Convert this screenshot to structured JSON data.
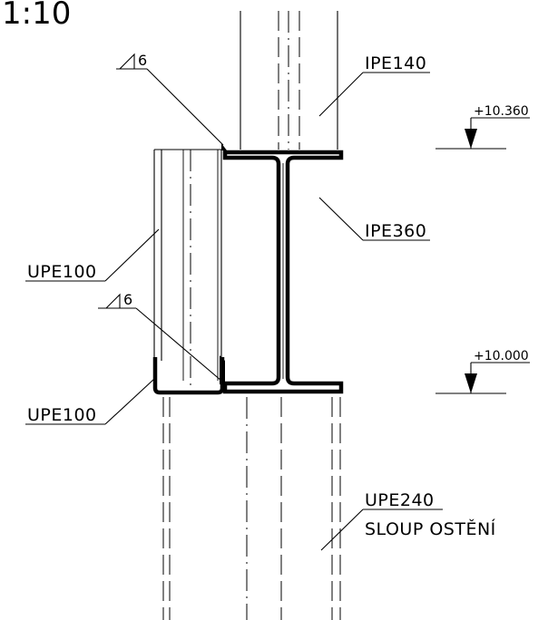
{
  "scale": "1:10",
  "labels": {
    "beam_top": "IPE140",
    "beam_main": "IPE360",
    "channel_upper": "UPE100",
    "channel_lower": "UPE100",
    "column_section": "UPE240",
    "column_desc": "SLOUP OSTĚNÍ"
  },
  "welds": {
    "upper": "6",
    "lower": "6"
  },
  "levels": {
    "top": "+10.360",
    "bottom": "+10.000"
  }
}
